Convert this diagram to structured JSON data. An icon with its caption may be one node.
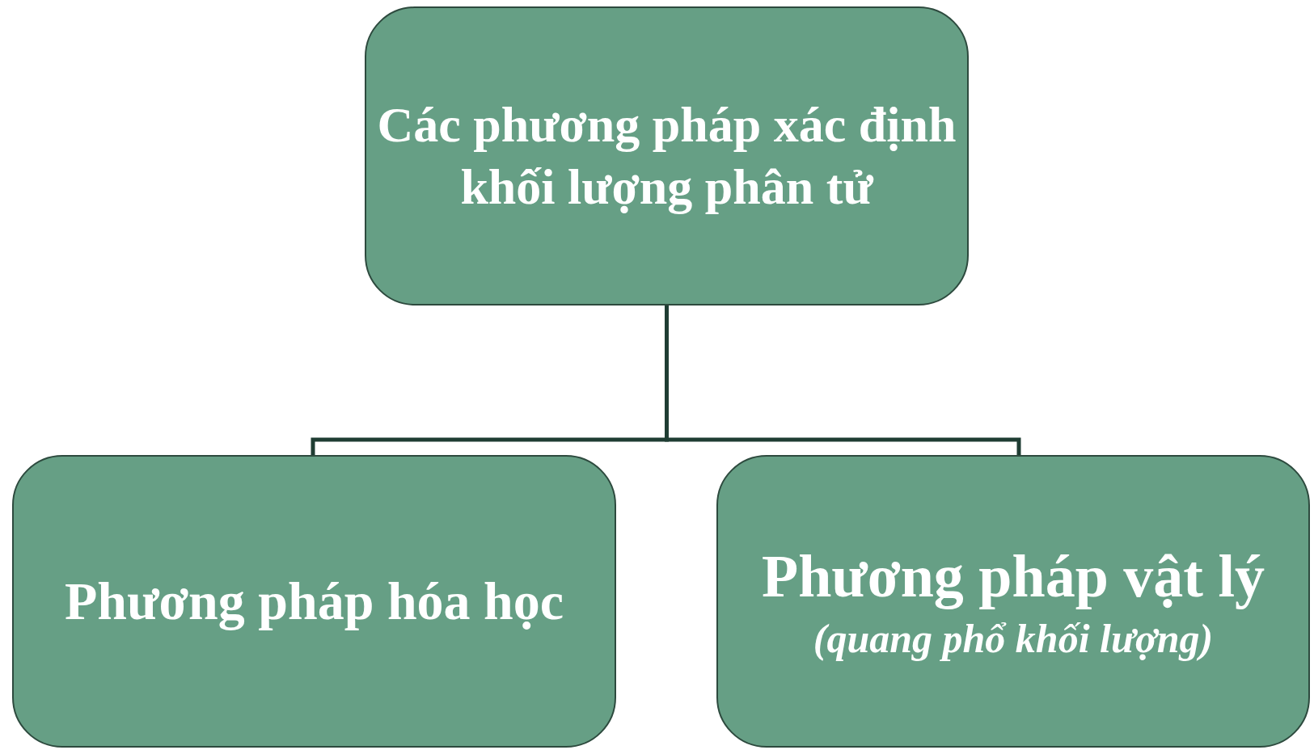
{
  "diagram": {
    "nodes": [
      {
        "text": [
          "Các phương pháp xác định khối lượng phân tử"
        ]
      },
      {
        "text": [
          "Phương pháp hóa học"
        ]
      },
      {
        "text": [
          "Phương pháp vật lý",
          "(quang phổ khối lượng)"
        ]
      }
    ],
    "edges": [
      {
        "from": 0,
        "to": 1,
        "arrow": "none"
      },
      {
        "from": 0,
        "to": 2,
        "arrow": "none"
      }
    ]
  }
}
